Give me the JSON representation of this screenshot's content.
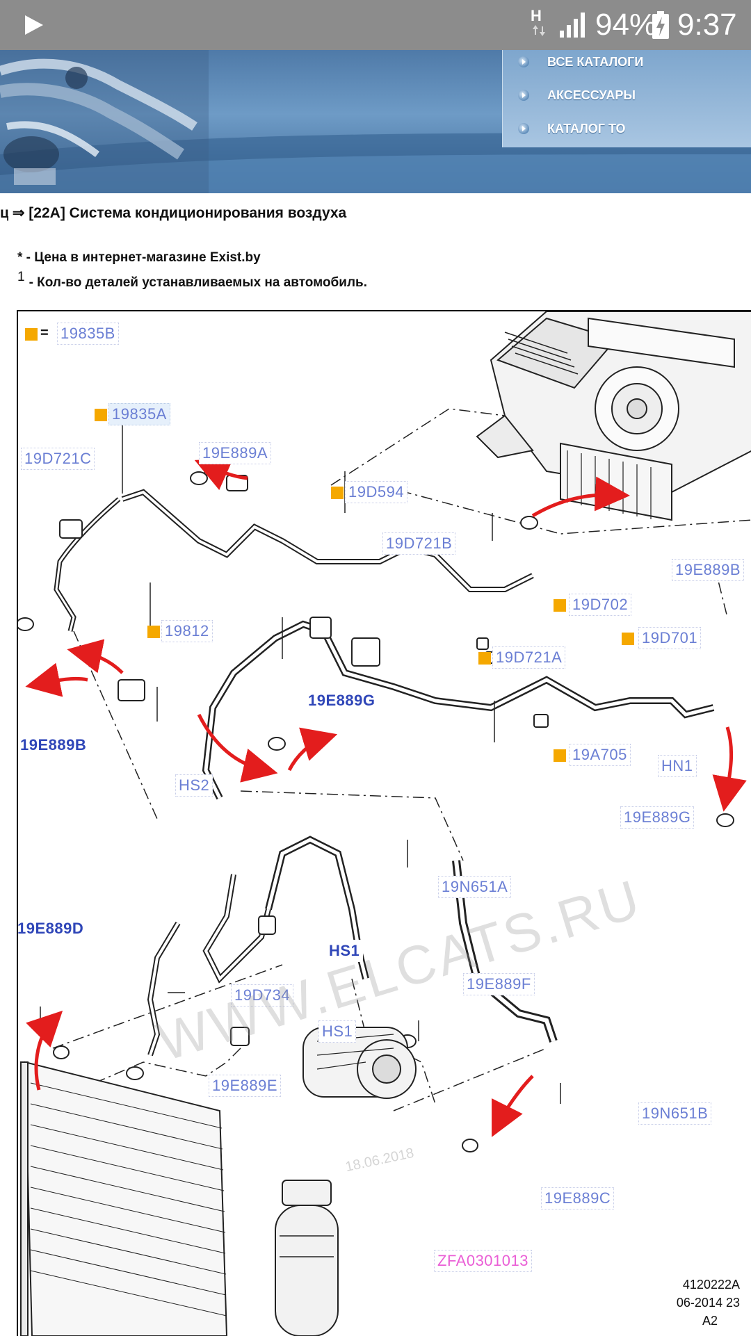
{
  "status_bar": {
    "network_type": "H",
    "battery_percent": "94%",
    "time": "9:37"
  },
  "header_menu": [
    {
      "label": "ВСЕ КАТАЛОГИ",
      "icon": "arrow-bullet-icon"
    },
    {
      "label": "АКСЕССУАРЫ",
      "icon": "arrow-bullet-icon"
    },
    {
      "label": "КАТАЛОГ ТО",
      "icon": "arrow-bullet-icon"
    }
  ],
  "breadcrumb": {
    "cut_prefix": "ц.",
    "arrow": "⇒",
    "title": "[22A] Система кондиционирования воздуха"
  },
  "notes": {
    "price_note": "* - Цена в интернет-магазине Exist.by",
    "qty_superscript": "1",
    "qty_note": "- Кол-во деталей устанавливаемых на автомобиль."
  },
  "diagram": {
    "legend_label": "19835B",
    "legend_equals": "=",
    "labels": {
      "p19835A": "19835A",
      "p19D721C": "19D721C",
      "p19E889A": "19E889A",
      "p19D594": "19D594",
      "p19D721B": "19D721B",
      "p19E889B_right": "19E889B",
      "p19D702": "19D702",
      "p19D701": "19D701",
      "p19812": "19812",
      "p19D721A": "19D721A",
      "p19E889G_mid": "19E889G",
      "p19E889B_left": "19E889B",
      "p19A705": "19A705",
      "pHN1": "HN1",
      "pHS2": "HS2",
      "p19E889G_right": "19E889G",
      "p19N651A": "19N651A",
      "p19E889D": "19E889D",
      "pHS1_a": "HS1",
      "p19E889F": "19E889F",
      "p19D734": "19D734",
      "pHS1_b": "HS1",
      "p19E889E": "19E889E",
      "p19N651B": "19N651B",
      "p19E889C": "19E889C",
      "pZFA0301013": "ZFA0301013"
    },
    "watermark": "WWW.ELCATS.RU",
    "watermark_date": "18.06.2018",
    "stamp_line1": "4120222A",
    "stamp_line2": "06-2014 23",
    "stamp_line3": "A2"
  },
  "colors": {
    "status_bar_bg": "#8c8c8c",
    "label_text": "#6b7fd4",
    "label_text_dark": "#2f46b8",
    "label_pink": "#ea5ed6",
    "marker_orange": "#f5a800",
    "arrow_red": "#e31d1d"
  }
}
